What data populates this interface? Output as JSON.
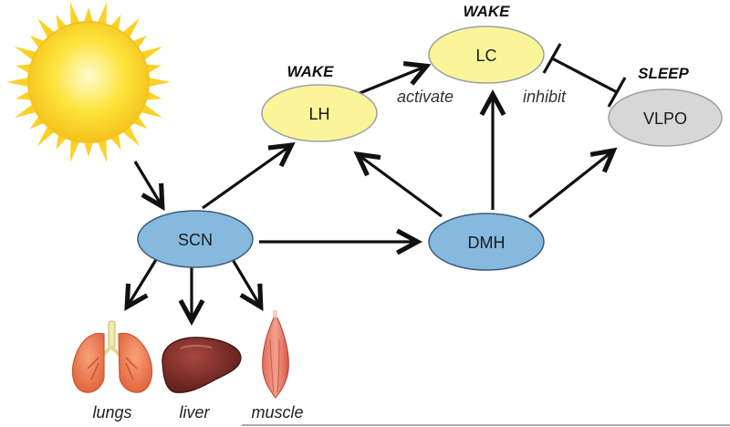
{
  "colors": {
    "wake_node": "#fbf59a",
    "sleep_node": "#d7d7d7",
    "blue_node": "#86b9de",
    "node_stroke": "#3d5a7a",
    "sun_core": "#fde33a",
    "sun_rays": "#fbd128",
    "arrow": "#111111"
  },
  "nodes": {
    "scn": "SCN",
    "dmh": "DMH",
    "lh": "LH",
    "lc": "LC",
    "vlpo": "VLPO"
  },
  "states": {
    "lh_state": "WAKE",
    "lc_state": "WAKE",
    "vlpo_state": "SLEEP"
  },
  "edge_labels": {
    "activate": "activate",
    "inhibit": "inhibit"
  },
  "organs": {
    "lungs": "lungs",
    "liver": "liver",
    "muscle": "muscle"
  },
  "icons": {
    "sun": "sun-icon",
    "lungs": "lungs-icon",
    "liver": "liver-icon",
    "muscle": "muscle-icon"
  }
}
